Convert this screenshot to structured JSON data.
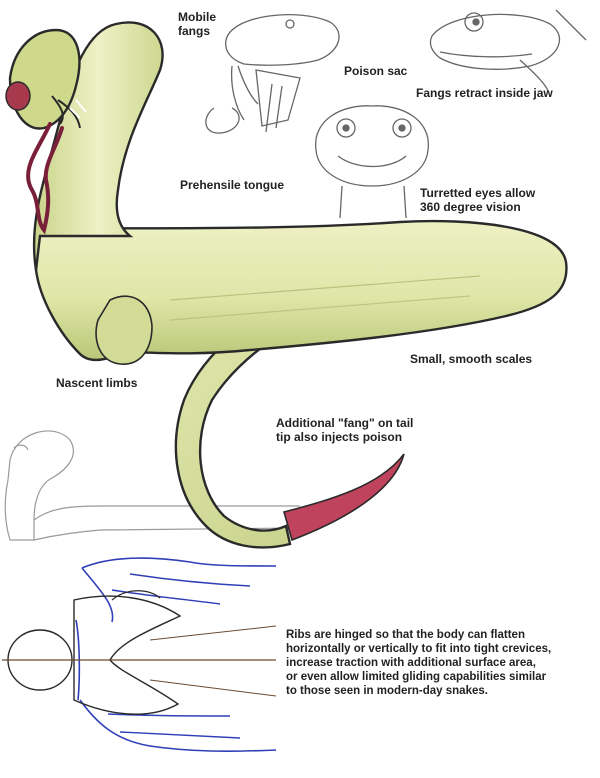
{
  "labels": {
    "mobile_fangs": "Mobile\nfangs",
    "poison_sac": "Poison sac",
    "fangs_retract": "Fangs retract inside jaw",
    "prehensile_tongue": "Prehensile tongue",
    "turreted_eyes": "Turretted eyes allow\n360 degree vision",
    "small_scales": "Small, smooth scales",
    "nascent_limbs": "Nascent limbs",
    "tail_fang": "Additional \"fang\" on tail\ntip also injects poison",
    "ribs_note": "Ribs are hinged so that the body can flatten\nhorizontally or vertically to fit into tight crevices,\nincrease traction with additional surface area,\nor even allow limited gliding capabilities similar\nto those seen in modern-day snakes."
  },
  "colors": {
    "body_fill": "#dfe6a8",
    "body_shade": "#b9c777",
    "outline": "#2a2a2a",
    "tongue": "#7a1f3a",
    "tail_fang": "#c0435e",
    "rib_outline": "#2f3fb8",
    "sketch_line": "#777777",
    "label_text": "#222222"
  }
}
